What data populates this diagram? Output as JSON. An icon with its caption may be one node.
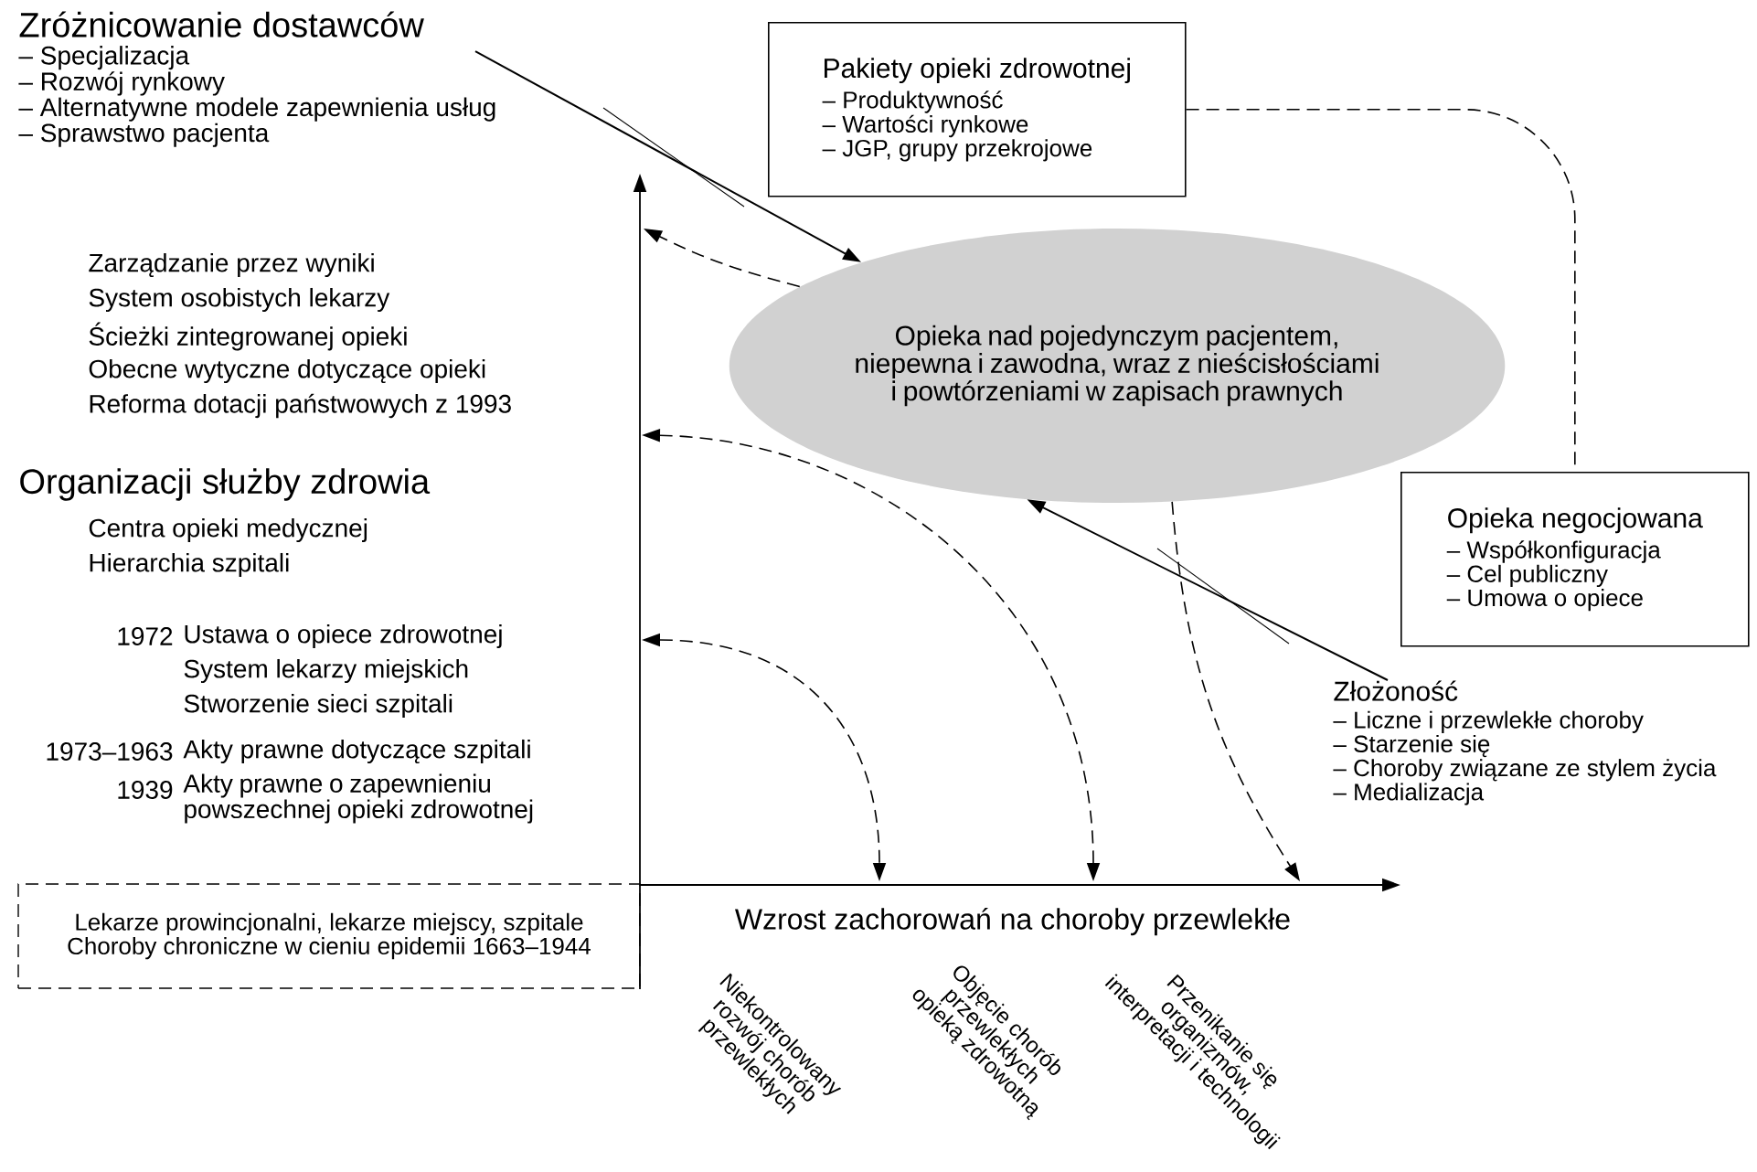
{
  "diagram": {
    "nodes": [
      {
        "text": [
          "Zróżnicowanie dostawców",
          "– Specjalizacja",
          "– Rozwój rynkowy",
          "– Alternatywne modele zapewnienia usług",
          "– Sprawstwo pacjenta"
        ]
      },
      {
        "text": [
          "Pakiety opieki zdrowotnej",
          "– Produktywność",
          "– Wartości rynkowe",
          "– JGP, grupy przekrojowe"
        ]
      },
      {
        "text": [
          "Opieka nad pojedynczym pacjentem, niepewna i zawodna, wraz z nieścisłościami i powtórzeniami w zapisach prawnych"
        ]
      },
      {
        "text": [
          "Opieka negocjowana",
          "– Współkonfiguracja",
          "– Cel publiczny",
          "– Umowa o opiece"
        ]
      },
      {
        "text": [
          "Złożoność",
          "– Liczne i przewlekłe choroby",
          "– Starzenie się",
          "– Choroby związane ze stylem życia",
          "– Medializacja"
        ]
      },
      {
        "text": [
          "Lekarze prowincjonalni, lekarze miejscy, szpitale",
          "Choroby chroniczne w cieniu epidemii 1663–1944"
        ]
      }
    ],
    "edges": [
      {
        "from": 0,
        "to": 2,
        "arrow": "to"
      },
      {
        "from": 1,
        "to": 3,
        "arrow": "none",
        "style": "dashed"
      },
      {
        "from": 2,
        "to": null,
        "arrow": "to",
        "style": "dashed"
      },
      {
        "from": 2,
        "to": null,
        "arrow": "to",
        "style": "dashed"
      },
      {
        "from": 4,
        "to": 2,
        "arrow": "to"
      }
    ],
    "labels": [
      "Zarządzanie przez wyniki",
      "System osobistych lekarzy",
      "Ścieżki zintegrowanej opieki",
      "Obecne wytyczne dotyczące opieki",
      "Reforma dotacji państwowych z 1993",
      "Organizacji służby zdrowia",
      "Centra opieki medycznej",
      "Hierarchia szpitali",
      "1972",
      "Ustawa o opiece zdrowotnej",
      "System lekarzy miejskich",
      "Stworzenie sieci szpitali",
      "1973–1963",
      "Akty prawne dotyczące szpitali",
      "1939",
      "Akty prawne o zapewnieniu powszechnej opieki zdrowotnej",
      "Wzrost zachorowań na choroby przewlekłe",
      "Niekontrolowany rozwój chorób przewlekłych",
      "Objęcie chorób przewlekłych opieką zdrowotną",
      "Przenikanie się organizmów, interpretacji i technologii"
    ]
  }
}
